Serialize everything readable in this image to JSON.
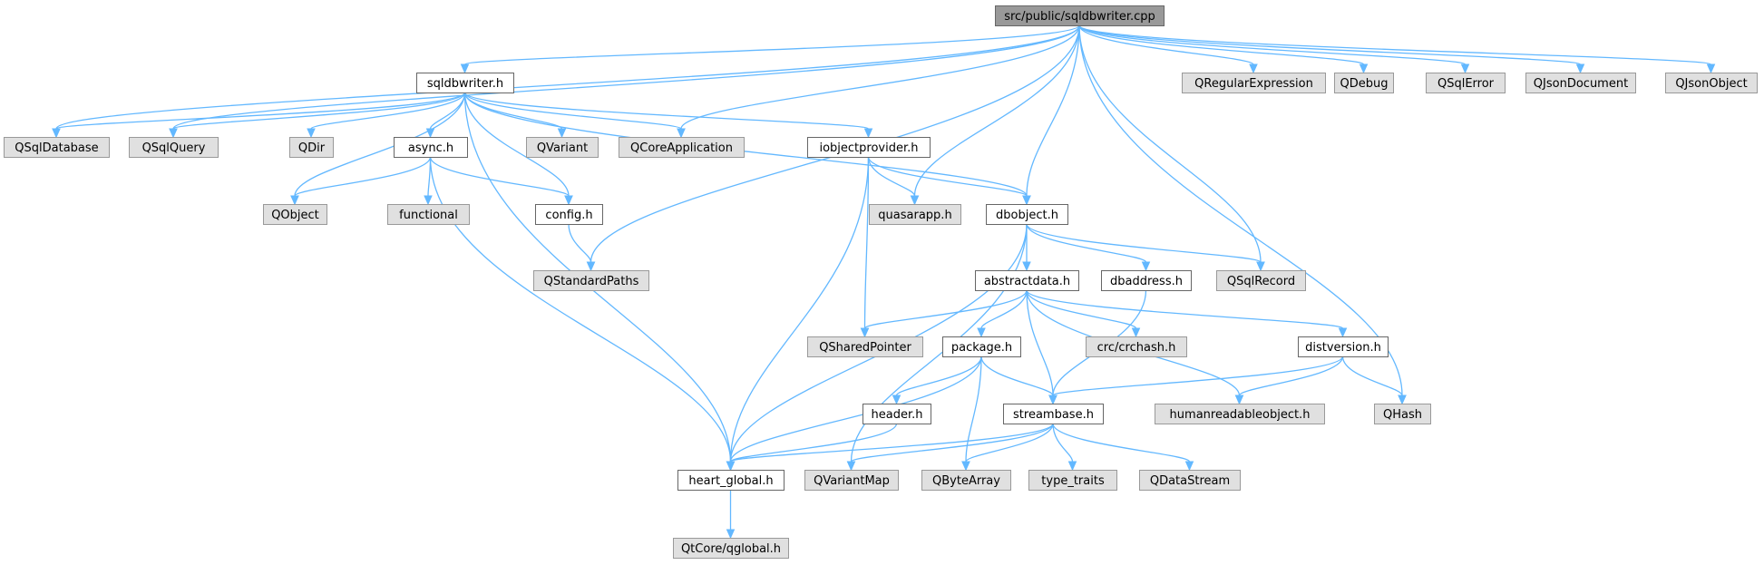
{
  "colors": {
    "root_fill": "#999999",
    "local_fill": "#ffffff",
    "local_stroke": "#666666",
    "external_fill": "#e0e0e0",
    "external_stroke": "#999999",
    "edge": "#63b8ff"
  },
  "nodes": [
    {
      "id": "root",
      "label": "src/public/sqldbwriter.cpp",
      "kind": "root"
    },
    {
      "id": "sqldbwriter",
      "label": "sqldbwriter.h",
      "kind": "local"
    },
    {
      "id": "QRegularExpression",
      "label": "QRegularExpression",
      "kind": "external"
    },
    {
      "id": "QDebug",
      "label": "QDebug",
      "kind": "external"
    },
    {
      "id": "QSqlError",
      "label": "QSqlError",
      "kind": "external"
    },
    {
      "id": "QJsonDocument",
      "label": "QJsonDocument",
      "kind": "external"
    },
    {
      "id": "QJsonObject",
      "label": "QJsonObject",
      "kind": "external"
    },
    {
      "id": "QSqlDatabase",
      "label": "QSqlDatabase",
      "kind": "external"
    },
    {
      "id": "QSqlQuery",
      "label": "QSqlQuery",
      "kind": "external"
    },
    {
      "id": "QDir",
      "label": "QDir",
      "kind": "external"
    },
    {
      "id": "async",
      "label": "async.h",
      "kind": "local"
    },
    {
      "id": "QVariant",
      "label": "QVariant",
      "kind": "external"
    },
    {
      "id": "QCoreApplication",
      "label": "QCoreApplication",
      "kind": "external"
    },
    {
      "id": "iobjectprovider",
      "label": "iobjectprovider.h",
      "kind": "local"
    },
    {
      "id": "QObject",
      "label": "QObject",
      "kind": "external"
    },
    {
      "id": "functional",
      "label": "functional",
      "kind": "external"
    },
    {
      "id": "config",
      "label": "config.h",
      "kind": "local"
    },
    {
      "id": "quasarapp",
      "label": "quasarapp.h",
      "kind": "external"
    },
    {
      "id": "dbobject",
      "label": "dbobject.h",
      "kind": "local"
    },
    {
      "id": "QStandardPaths",
      "label": "QStandardPaths",
      "kind": "external"
    },
    {
      "id": "abstractdata",
      "label": "abstractdata.h",
      "kind": "local"
    },
    {
      "id": "dbaddress",
      "label": "dbaddress.h",
      "kind": "local"
    },
    {
      "id": "QSqlRecord",
      "label": "QSqlRecord",
      "kind": "external"
    },
    {
      "id": "QSharedPointer",
      "label": "QSharedPointer",
      "kind": "external"
    },
    {
      "id": "package",
      "label": "package.h",
      "kind": "local"
    },
    {
      "id": "crchash",
      "label": "crc/crchash.h",
      "kind": "external"
    },
    {
      "id": "distversion",
      "label": "distversion.h",
      "kind": "local"
    },
    {
      "id": "header",
      "label": "header.h",
      "kind": "local"
    },
    {
      "id": "streambase",
      "label": "streambase.h",
      "kind": "local"
    },
    {
      "id": "humanreadableobject",
      "label": "humanreadableobject.h",
      "kind": "external"
    },
    {
      "id": "QHash",
      "label": "QHash",
      "kind": "external"
    },
    {
      "id": "heart_global",
      "label": "heart_global.h",
      "kind": "local"
    },
    {
      "id": "QVariantMap",
      "label": "QVariantMap",
      "kind": "external"
    },
    {
      "id": "QByteArray",
      "label": "QByteArray",
      "kind": "external"
    },
    {
      "id": "type_traits",
      "label": "type_traits",
      "kind": "external"
    },
    {
      "id": "QDataStream",
      "label": "QDataStream",
      "kind": "external"
    },
    {
      "id": "qglobal",
      "label": "QtCore/qglobal.h",
      "kind": "external"
    }
  ],
  "edges": [
    [
      "root",
      "sqldbwriter"
    ],
    [
      "root",
      "QRegularExpression"
    ],
    [
      "root",
      "QDebug"
    ],
    [
      "root",
      "QSqlError"
    ],
    [
      "root",
      "QJsonDocument"
    ],
    [
      "root",
      "QJsonObject"
    ],
    [
      "root",
      "QSqlDatabase"
    ],
    [
      "root",
      "QSqlQuery"
    ],
    [
      "root",
      "QCoreApplication"
    ],
    [
      "root",
      "QStandardPaths"
    ],
    [
      "root",
      "quasarapp"
    ],
    [
      "root",
      "dbobject"
    ],
    [
      "root",
      "QSqlRecord"
    ],
    [
      "root",
      "QHash"
    ],
    [
      "sqldbwriter",
      "QSqlDatabase"
    ],
    [
      "sqldbwriter",
      "QSqlQuery"
    ],
    [
      "sqldbwriter",
      "QDir"
    ],
    [
      "sqldbwriter",
      "async"
    ],
    [
      "sqldbwriter",
      "QVariant"
    ],
    [
      "sqldbwriter",
      "QCoreApplication"
    ],
    [
      "sqldbwriter",
      "iobjectprovider"
    ],
    [
      "sqldbwriter",
      "QObject"
    ],
    [
      "sqldbwriter",
      "config"
    ],
    [
      "sqldbwriter",
      "dbobject"
    ],
    [
      "sqldbwriter",
      "heart_global"
    ],
    [
      "async",
      "QObject"
    ],
    [
      "async",
      "functional"
    ],
    [
      "async",
      "config"
    ],
    [
      "async",
      "heart_global"
    ],
    [
      "config",
      "QStandardPaths"
    ],
    [
      "iobjectprovider",
      "quasarapp"
    ],
    [
      "iobjectprovider",
      "dbobject"
    ],
    [
      "iobjectprovider",
      "QSharedPointer"
    ],
    [
      "iobjectprovider",
      "heart_global"
    ],
    [
      "dbobject",
      "abstractdata"
    ],
    [
      "dbobject",
      "dbaddress"
    ],
    [
      "dbobject",
      "QSqlRecord"
    ],
    [
      "dbobject",
      "heart_global"
    ],
    [
      "dbobject",
      "QVariantMap"
    ],
    [
      "abstractdata",
      "QSharedPointer"
    ],
    [
      "abstractdata",
      "package"
    ],
    [
      "abstractdata",
      "crchash"
    ],
    [
      "abstractdata",
      "distversion"
    ],
    [
      "abstractdata",
      "streambase"
    ],
    [
      "abstractdata",
      "humanreadableobject"
    ],
    [
      "dbaddress",
      "streambase"
    ],
    [
      "package",
      "header"
    ],
    [
      "package",
      "streambase"
    ],
    [
      "package",
      "heart_global"
    ],
    [
      "package",
      "QByteArray"
    ],
    [
      "header",
      "heart_global"
    ],
    [
      "distversion",
      "streambase"
    ],
    [
      "distversion",
      "humanreadableobject"
    ],
    [
      "distversion",
      "QHash"
    ],
    [
      "streambase",
      "heart_global"
    ],
    [
      "streambase",
      "QVariantMap"
    ],
    [
      "streambase",
      "QByteArray"
    ],
    [
      "streambase",
      "type_traits"
    ],
    [
      "streambase",
      "QDataStream"
    ],
    [
      "heart_global",
      "qglobal"
    ]
  ]
}
